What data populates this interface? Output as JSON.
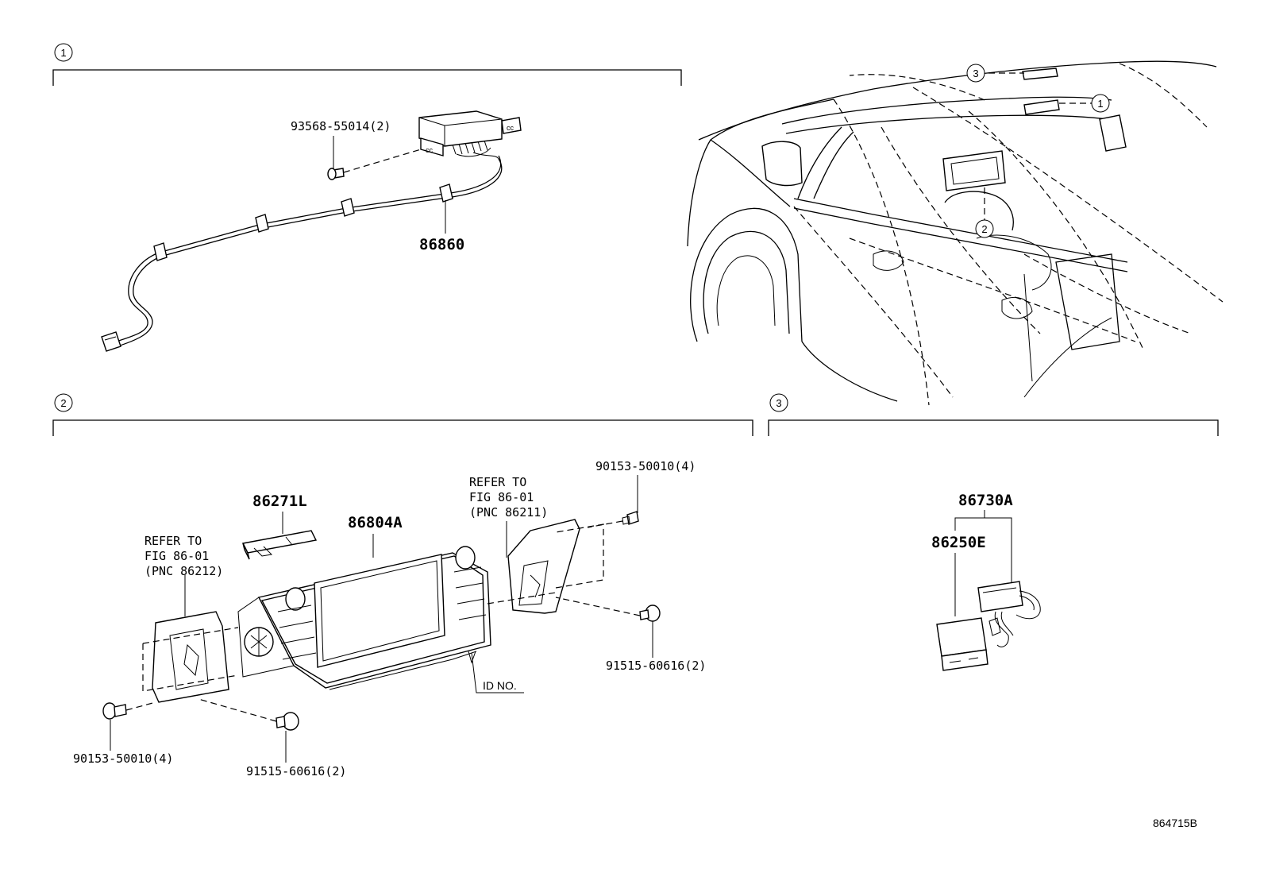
{
  "sections": [
    {
      "number": "1"
    },
    {
      "number": "2"
    },
    {
      "number": "3"
    }
  ],
  "overview_callouts": [
    "3",
    "1",
    "2"
  ],
  "labels": {
    "s1_bolt": "93568-55014(2)",
    "s1_harness": "86860",
    "s2_bracket": "86271L",
    "s2_display": "86804A",
    "s2_refer_left": [
      "REFER TO",
      "FIG 86-01",
      "(PNC 86212)"
    ],
    "s2_refer_right": [
      "REFER TO",
      "FIG 86-01",
      "(PNC 86211)"
    ],
    "s2_bolt_top_right": "90153-50010(4)",
    "s2_screw_right": "91515-60616(2)",
    "s2_bolt_left": "90153-50010(4)",
    "s2_screw_bottom": "91515-60616(2)",
    "s2_id_no": "ID NO.",
    "s3_module": "86730A",
    "s3_sub": "86250E"
  },
  "figure_code": "864715B"
}
